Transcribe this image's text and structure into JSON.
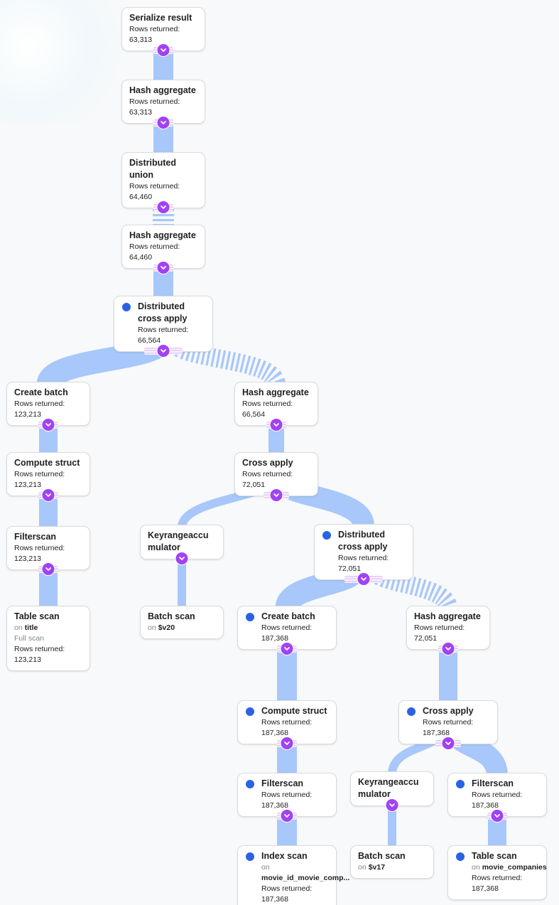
{
  "palette": {
    "background": "#f8f9fa",
    "edge_blue": "#a8c7fa",
    "badge_purple": "#a142f4",
    "distributed_dot_blue": "#2a62e6",
    "node_border": "#dadce0",
    "text_primary": "#202124",
    "text_secondary": "#80868b"
  },
  "icons": {
    "collapse_chevron": "chevron-down-in-purple-circle",
    "distributed_indicator": "blue-dot"
  },
  "nodes": {
    "serialize_result": {
      "title": "Serialize result",
      "rows": "Rows returned: 63,313"
    },
    "hash_aggregate_1": {
      "title": "Hash aggregate",
      "rows": "Rows returned: 63,313"
    },
    "distributed_union": {
      "title": "Distributed union",
      "rows": "Rows returned: 64,460"
    },
    "hash_aggregate_2": {
      "title": "Hash aggregate",
      "rows": "Rows returned: 64,460"
    },
    "distributed_cross_apply_1": {
      "title": "Distributed cross apply",
      "rows": "Rows returned: 66,564"
    },
    "create_batch_1": {
      "title": "Create batch",
      "rows": "Rows returned: 123,213"
    },
    "hash_aggregate_3": {
      "title": "Hash aggregate",
      "rows": "Rows returned: 66,564"
    },
    "compute_struct_1": {
      "title": "Compute struct",
      "rows": "Rows returned: 123,213"
    },
    "cross_apply_1": {
      "title": "Cross apply",
      "rows": "Rows returned: 72,051"
    },
    "filterscan_1": {
      "title": "Filterscan",
      "rows": "Rows returned: 123,213"
    },
    "keyrangeaccumulator_1": {
      "title": "Keyrangeaccumulator"
    },
    "distributed_cross_apply_2": {
      "title": "Distributed cross apply",
      "rows": "Rows returned: 72,051"
    },
    "table_scan_1": {
      "title": "Table scan",
      "on_prefix": "on",
      "on_value": "title",
      "note": "Full scan",
      "rows": "Rows returned: 123,213"
    },
    "batch_scan_1": {
      "title": "Batch scan",
      "on_prefix": "on",
      "on_value": "$v20"
    },
    "create_batch_2": {
      "title": "Create batch",
      "rows": "Rows returned: 187,368"
    },
    "hash_aggregate_4": {
      "title": "Hash aggregate",
      "rows": "Rows returned: 72,051"
    },
    "compute_struct_2": {
      "title": "Compute struct",
      "rows": "Rows returned: 187,368"
    },
    "cross_apply_2": {
      "title": "Cross apply",
      "rows": "Rows returned: 187,368"
    },
    "filterscan_2": {
      "title": "Filterscan",
      "rows": "Rows returned: 187,368"
    },
    "keyrangeaccumulator_2": {
      "title": "Keyrangeaccumulator"
    },
    "filterscan_3": {
      "title": "Filterscan",
      "rows": "Rows returned: 187,368"
    },
    "index_scan_1": {
      "title": "Index scan",
      "on_prefix": "on",
      "on_value": "movie_id_movie_comp...",
      "rows": "Rows returned: 187,368"
    },
    "batch_scan_2": {
      "title": "Batch scan",
      "on_prefix": "on",
      "on_value": "$v17"
    },
    "table_scan_2": {
      "title": "Table scan",
      "on_prefix": "on",
      "on_value": "movie_companies",
      "rows": "Rows returned: 187,368"
    }
  }
}
